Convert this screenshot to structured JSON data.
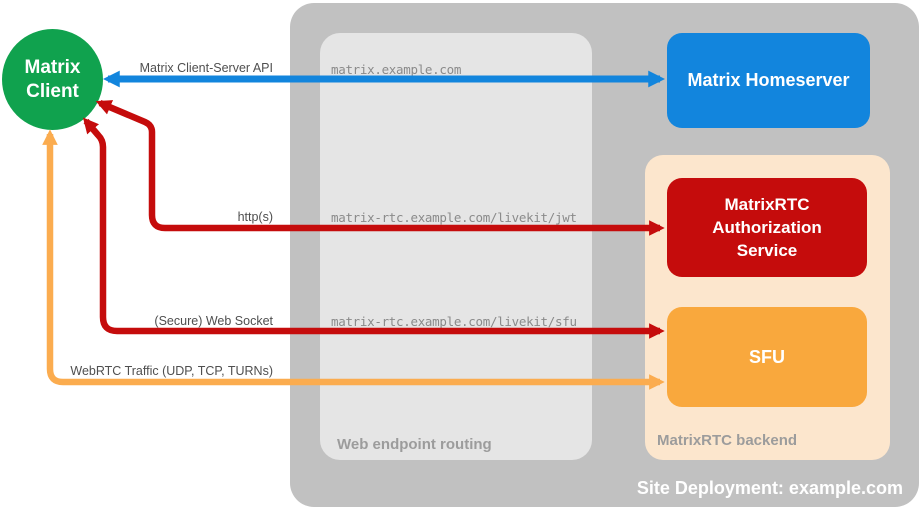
{
  "client": {
    "line1": "Matrix",
    "line2": "Client",
    "color": "#10a24e"
  },
  "homeserver": {
    "label": "Matrix Homeserver",
    "color": "#1285dd"
  },
  "auth_service": {
    "line1": "MatrixRTC",
    "line2": "Authorization",
    "line3": "Service",
    "color": "#c50c0c"
  },
  "sfu": {
    "label": "SFU",
    "color": "#f9a83d"
  },
  "containers": {
    "site_deployment": {
      "label": "Site Deployment: example.com",
      "color": "#c1c1c1"
    },
    "web_endpoint_routing": {
      "label": "Web endpoint routing",
      "color": "#e5e5e5"
    },
    "matrixrtc_backend": {
      "label": "MatrixRTC backend",
      "color": "#fce6cd"
    }
  },
  "connections": [
    {
      "id": "matrix-client-server-api",
      "label": "Matrix Client-Server API",
      "route": "matrix.example.com",
      "color": "#1285dd",
      "bidirectional": true
    },
    {
      "id": "https-jwt",
      "label": "http(s)",
      "route": "matrix-rtc.example.com/livekit/jwt",
      "color": "#c50c0c",
      "bidirectional": true
    },
    {
      "id": "secure-web-socket",
      "label": "(Secure) Web Socket",
      "route": "matrix-rtc.example.com/livekit/sfu",
      "color": "#c50c0c",
      "bidirectional": true
    },
    {
      "id": "webrtc-traffic",
      "label": "WebRTC Traffic (UDP, TCP, TURNs)",
      "color": "#fbac4f",
      "bidirectional": true
    }
  ]
}
